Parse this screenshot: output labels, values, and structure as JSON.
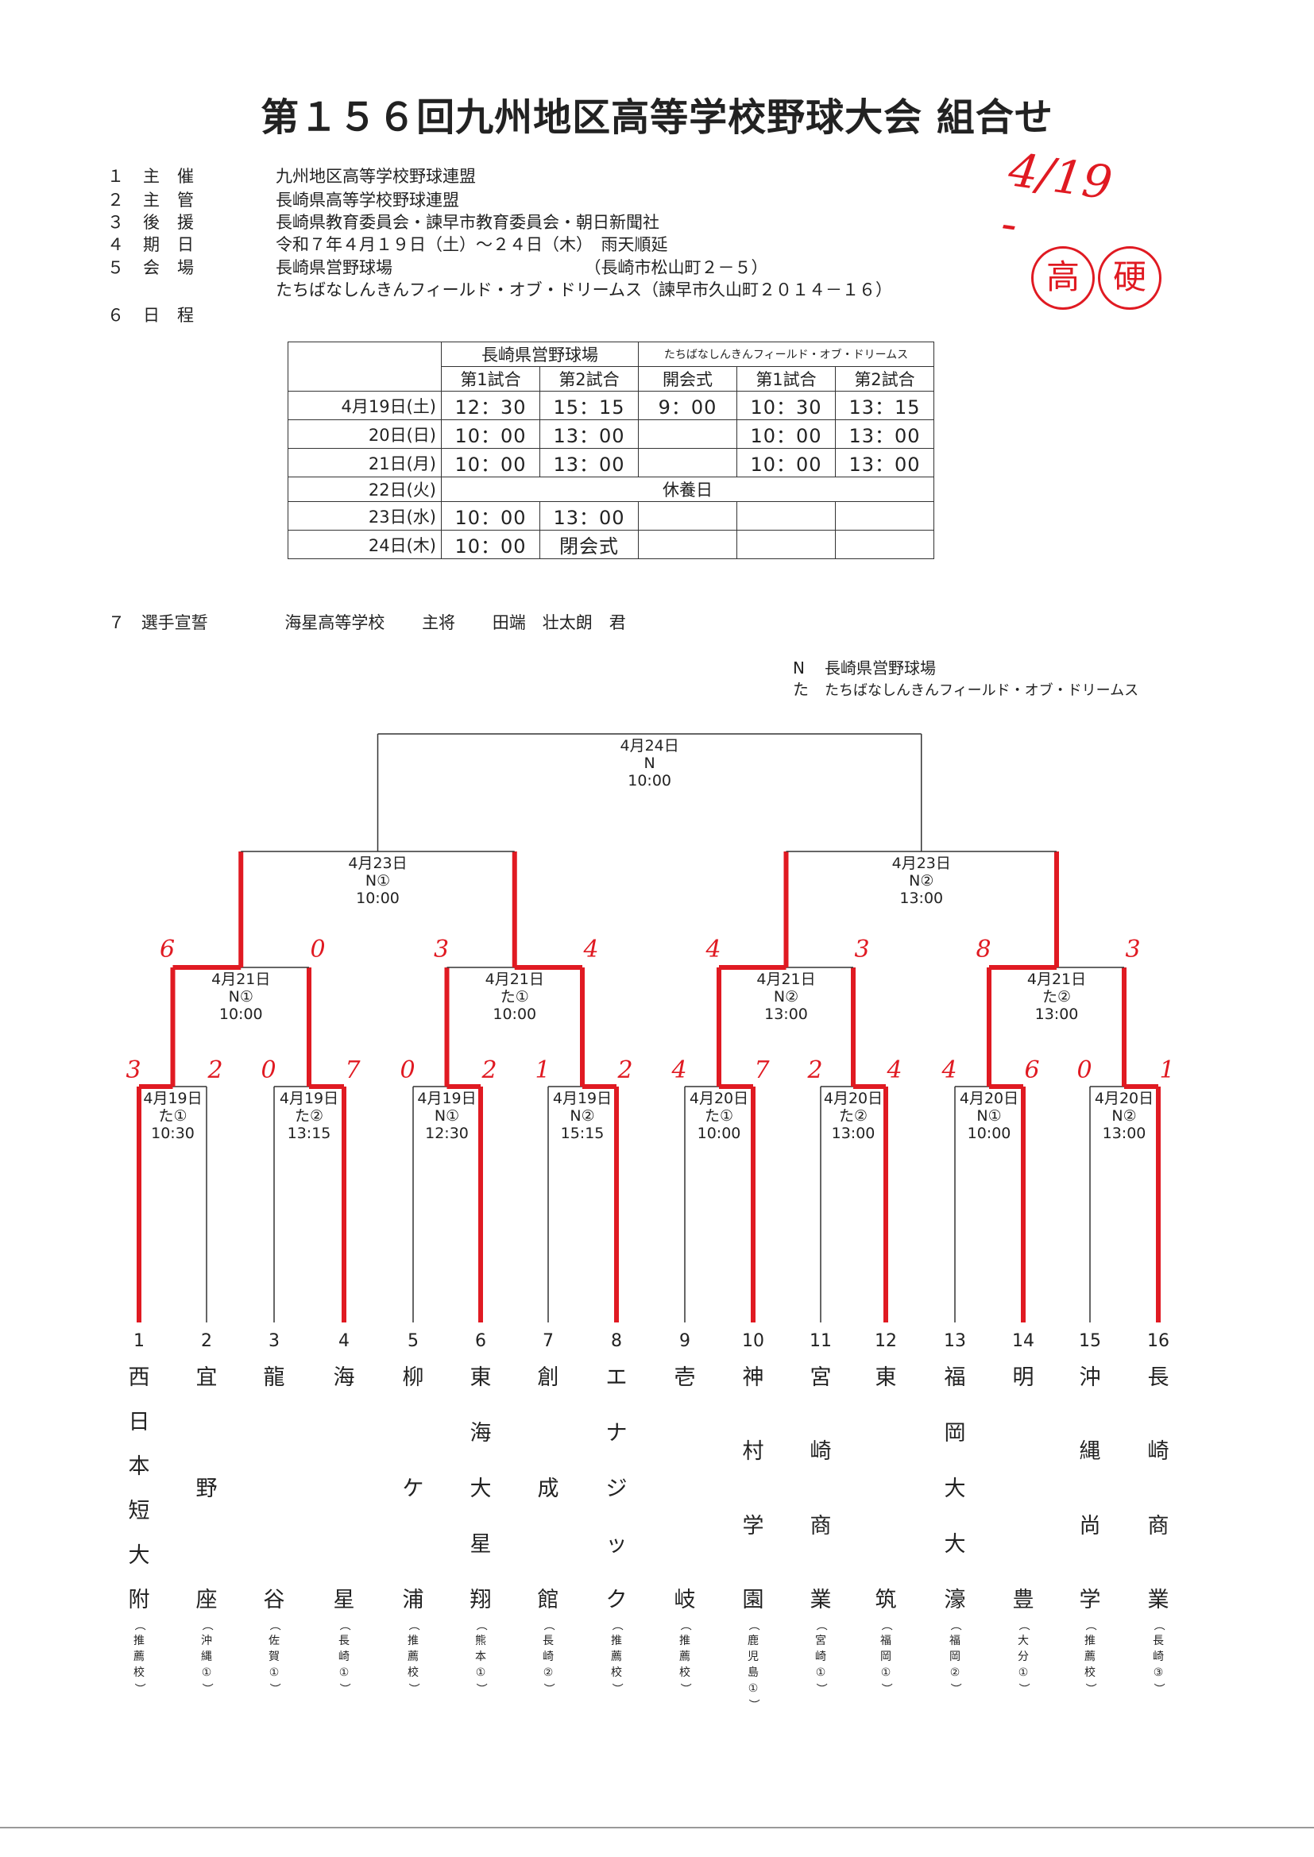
{
  "title": "第１５６回九州地区高等学校野球大会 組合せ",
  "info": [
    {
      "num": "１",
      "label": "主催",
      "value": "九州地区高等学校野球連盟"
    },
    {
      "num": "２",
      "label": "主管",
      "value": "長崎県高等学校野球連盟"
    },
    {
      "num": "３",
      "label": "後援",
      "value": "長崎県教育委員会・諫早市教育委員会・朝日新聞社"
    },
    {
      "num": "４",
      "label": "期日",
      "value": "令和７年４月１９日（土）～２４日（木）　雨天順延"
    },
    {
      "num": "５",
      "label": "会場",
      "value": "長崎県営野球場　　　　　　　　　　　　（長崎市松山町２－５）"
    },
    {
      "num": "",
      "label": "",
      "value": "たちばなしんきんフィールド・オブ・ドリームス（諫早市久山町２０１４－１６）"
    },
    {
      "num": "６",
      "label": "日程",
      "value": ""
    }
  ],
  "schedule": {
    "venue1": "長崎県営野球場",
    "venue2": "たちばなしんきんフィールド・オブ・ドリームス",
    "subheaders": [
      "第1試合",
      "第2試合",
      "開会式",
      "第1試合",
      "第2試合"
    ],
    "rows": [
      {
        "date": "4月19日(土)",
        "c": [
          "12：30",
          "15：15",
          "9：00",
          "10：30",
          "13：15"
        ]
      },
      {
        "date": "20日(日)",
        "c": [
          "10：00",
          "13：00",
          "",
          "10：00",
          "13：00"
        ]
      },
      {
        "date": "21日(月)",
        "c": [
          "10：00",
          "13：00",
          "",
          "10：00",
          "13：00"
        ]
      },
      {
        "date": "22日(火)",
        "rest": "休養日"
      },
      {
        "date": "23日(水)",
        "c": [
          "10：00",
          "13：00",
          "",
          "",
          ""
        ]
      },
      {
        "date": "24日(木)",
        "c": [
          "10：00",
          "閉会式",
          "",
          "",
          ""
        ]
      }
    ]
  },
  "oath": {
    "num": "７",
    "label": "選手宣誓",
    "school": "海星高等学校",
    "role": "主将",
    "name": "田端　壮太朗　君"
  },
  "legend": [
    {
      "key": "N",
      "value": "長崎県営野球場"
    },
    {
      "key": "た",
      "value": "たちばなしんきんフィールド・オブ・ドリームス"
    }
  ],
  "memo": {
    "handwritten": "4/19 -",
    "stamp_left": "高",
    "stamp_right": "硬",
    "ink": "#e01a22"
  },
  "teams": [
    {
      "num": "1",
      "name": "西日本短大附",
      "region": "（推薦校）"
    },
    {
      "num": "2",
      "name": "宜野座",
      "region": "（沖縄①）"
    },
    {
      "num": "3",
      "name": "龍谷",
      "region": "（佐賀①）"
    },
    {
      "num": "4",
      "name": "海星",
      "region": "（長崎①）"
    },
    {
      "num": "5",
      "name": "柳ケ浦",
      "region": "（推薦校）"
    },
    {
      "num": "6",
      "name": "東海大星翔",
      "region": "（熊本①）"
    },
    {
      "num": "7",
      "name": "創成館",
      "region": "（長崎②）"
    },
    {
      "num": "8",
      "name": "エナジック",
      "region": "（推薦校）"
    },
    {
      "num": "9",
      "name": "壱岐",
      "region": "（推薦校）"
    },
    {
      "num": "10",
      "name": "神村学園",
      "region": "（鹿児島①）"
    },
    {
      "num": "11",
      "name": "宮崎商業",
      "region": "（宮崎①）"
    },
    {
      "num": "12",
      "name": "東筑",
      "region": "（福岡①）"
    },
    {
      "num": "13",
      "name": "福岡大大濠",
      "region": "（福岡②）"
    },
    {
      "num": "14",
      "name": "明豊",
      "region": "（大分①）"
    },
    {
      "num": "15",
      "name": "沖縄尚学",
      "region": "（推薦校）"
    },
    {
      "num": "16",
      "name": "長崎商業",
      "region": "（長崎③）"
    }
  ],
  "round1": [
    {
      "date": "4月19日",
      "venue": "た①",
      "time": "10:30",
      "scores": [
        "3",
        "2"
      ]
    },
    {
      "date": "4月19日",
      "venue": "た②",
      "time": "13:15",
      "scores": [
        "0",
        "7"
      ]
    },
    {
      "date": "4月19日",
      "venue": "N①",
      "time": "12:30",
      "scores": [
        "0",
        "2"
      ]
    },
    {
      "date": "4月19日",
      "venue": "N②",
      "time": "15:15",
      "scores": [
        "1",
        "2"
      ]
    },
    {
      "date": "4月20日",
      "venue": "た①",
      "time": "10:00",
      "scores": [
        "4",
        "7"
      ]
    },
    {
      "date": "4月20日",
      "venue": "た②",
      "time": "13:00",
      "scores": [
        "2",
        "4"
      ]
    },
    {
      "date": "4月20日",
      "venue": "N①",
      "time": "10:00",
      "scores": [
        "4",
        "6"
      ]
    },
    {
      "date": "4月20日",
      "venue": "N②",
      "time": "13:00",
      "scores": [
        "0",
        "1"
      ]
    }
  ],
  "qf": [
    {
      "date": "4月21日",
      "venue": "N①",
      "time": "10:00",
      "scores": [
        "6",
        "0"
      ]
    },
    {
      "date": "4月21日",
      "venue": "た①",
      "time": "10:00",
      "scores": [
        "3",
        "4"
      ]
    },
    {
      "date": "4月21日",
      "venue": "N②",
      "time": "13:00",
      "scores": [
        "4",
        "3"
      ]
    },
    {
      "date": "4月21日",
      "venue": "た②",
      "time": "13:00",
      "scores": [
        "8",
        "3"
      ]
    }
  ],
  "sf": [
    {
      "date": "4月23日",
      "venue": "N①",
      "time": "10:00"
    },
    {
      "date": "4月23日",
      "venue": "N②",
      "time": "13:00"
    }
  ],
  "final": {
    "date": "4月24日",
    "venue": "N",
    "time": "10:00"
  }
}
